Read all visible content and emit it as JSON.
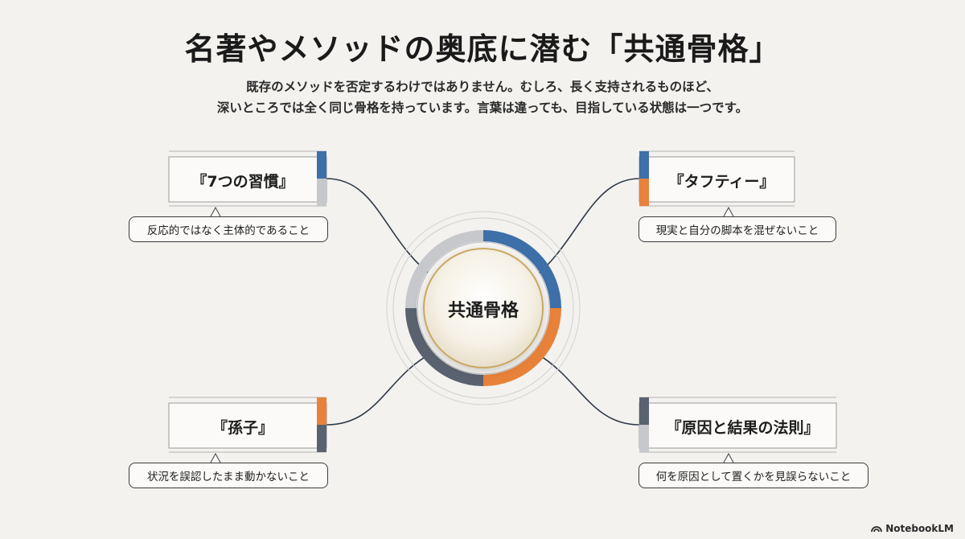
{
  "title": "名著やメソッドの奥底に潜む「共通骨格」",
  "subtitle": {
    "line1": "既存のメソッドを否定するわけではありません。むしろ、長く支持されるものほど、",
    "line2": "深いところでは全く同じ骨格を持っています。言葉は違っても、目指している状態は一つです。"
  },
  "center": {
    "label": "共通骨格"
  },
  "nodes": {
    "top_left": {
      "title": "『7つの習慣』",
      "caption": "反応的ではなく主体的であること"
    },
    "top_right": {
      "title": "『タフティー』",
      "caption": "現実と自分の脚本を混ぜないこと"
    },
    "bottom_left": {
      "title": "『孫子』",
      "caption": "状況を誤認したまま動かないこと"
    },
    "bottom_right": {
      "title": "『原因と結果の法則』",
      "caption": "何を原因として置くかを見誤らないこと"
    }
  },
  "colors": {
    "blue": "#3d6fa8",
    "orange": "#e8823a",
    "slate": "#5a6270",
    "gray": "#c6c8cc"
  },
  "brand": "NotebookLM"
}
